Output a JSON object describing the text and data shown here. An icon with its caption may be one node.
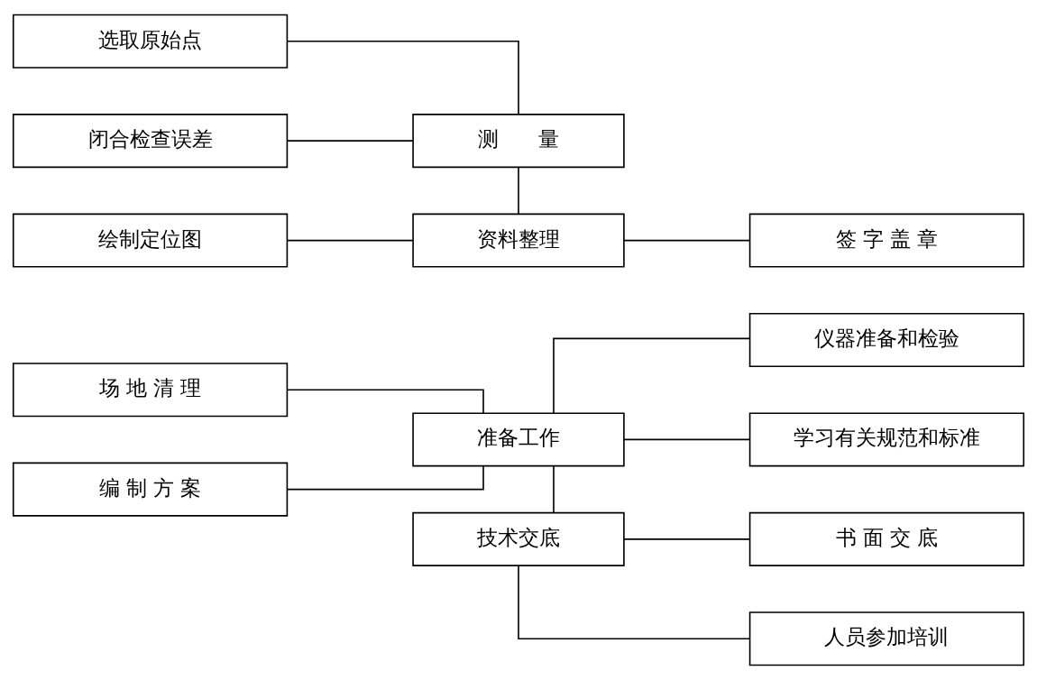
{
  "diagram": {
    "nodes": [
      {
        "text": [
          "场 地 清 理"
        ]
      },
      {
        "text": [
          "编 制 方 案"
        ]
      },
      {
        "text": [
          "准备工作"
        ]
      },
      {
        "text": [
          "仪器准备和检验"
        ]
      },
      {
        "text": [
          "学习有关规范和标准"
        ]
      },
      {
        "text": [
          "技术交底"
        ]
      },
      {
        "text": [
          "书 面 交 底"
        ]
      },
      {
        "text": [
          "人员参加培训"
        ]
      },
      {
        "text": [
          "选取原始点"
        ]
      },
      {
        "text": [
          "闭合检查误差"
        ]
      },
      {
        "text": [
          "测      量"
        ]
      },
      {
        "text": [
          "绘制定位图"
        ]
      },
      {
        "text": [
          "资料整理"
        ]
      },
      {
        "text": [
          "签 字 盖 章"
        ]
      }
    ],
    "edges": [
      {
        "from": 0,
        "to": 2,
        "arrow": "none"
      },
      {
        "from": 1,
        "to": 2,
        "arrow": "none"
      },
      {
        "from": 2,
        "to": 3,
        "arrow": "none"
      },
      {
        "from": 2,
        "to": 4,
        "arrow": "none"
      },
      {
        "from": 2,
        "to": 5,
        "arrow": "none"
      },
      {
        "from": 5,
        "to": 6,
        "arrow": "none"
      },
      {
        "from": 5,
        "to": 7,
        "arrow": "none"
      },
      {
        "from": 8,
        "to": 10,
        "arrow": "none"
      },
      {
        "from": 9,
        "to": 10,
        "arrow": "none"
      },
      {
        "from": 10,
        "to": 12,
        "arrow": "none"
      },
      {
        "from": 11,
        "to": 12,
        "arrow": "none"
      },
      {
        "from": 12,
        "to": 13,
        "arrow": "none"
      }
    ]
  }
}
